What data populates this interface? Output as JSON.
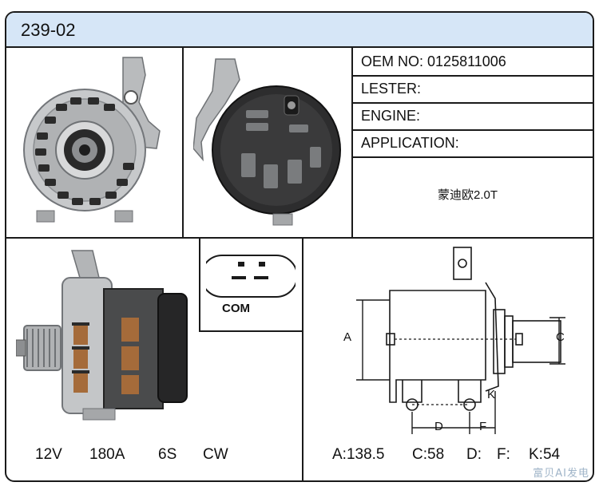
{
  "header": {
    "title": "239-02"
  },
  "info": {
    "oem_label": "OEM NO:",
    "oem_value": "0125811006",
    "lester_label": "LESTER:",
    "engine_label": "ENGINE:",
    "application_label": "APPLICATION:",
    "application_value": "蒙迪欧2.0T"
  },
  "connector": {
    "label": "COM"
  },
  "specs": {
    "voltage": "12V",
    "current": "180A",
    "pulley": "6S",
    "rotation": "CW"
  },
  "dimensions": {
    "a": "A:138.5",
    "c": "C:58",
    "d": "D:",
    "f": "F:",
    "k": "K:54",
    "label_a": "A",
    "label_c": "C",
    "label_d": "D",
    "label_f": "F",
    "label_k": "K"
  },
  "watermark": "富贝AI发电"
}
